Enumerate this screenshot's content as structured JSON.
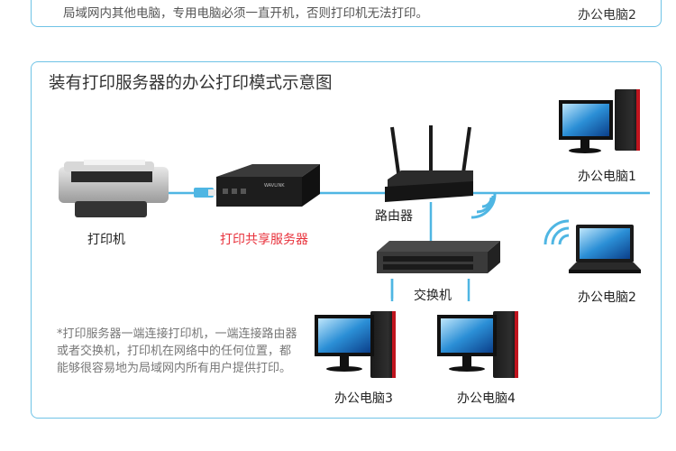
{
  "top_section": {
    "note": "局域网内其他电脑，专用电脑必须一直开机，否则打印机无法打印。",
    "pc_label": "办公电脑2"
  },
  "main_section": {
    "title": "装有打印服务器的办公打印模式示意图",
    "devices": {
      "printer": "打印机",
      "print_server": "打印共享服务器",
      "router": "路由器",
      "switch": "交换机",
      "pc1": "办公电脑1",
      "laptop2": "办公电脑2",
      "pc3": "办公电脑3",
      "pc4": "办公电脑4"
    },
    "note": "*打印服务器一端连接打印机，一端连接路由器或者交换机，打印机在网络中的任何位置，都能够很容易地为局域网内所有用户提供打印。"
  },
  "colors": {
    "border": "#6fc3e6",
    "cable": "#4fb6e3",
    "highlight_label": "#e8323c"
  }
}
